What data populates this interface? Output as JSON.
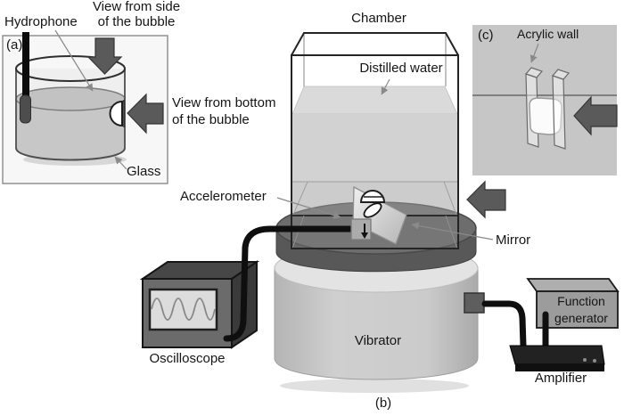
{
  "figure": {
    "panel_a_tag": "(a)",
    "panel_b_tag": "(b)",
    "panel_c_tag": "(c)",
    "labels": {
      "hydrophone": "Hydrophone",
      "view_side_line1": "View from side",
      "view_side_line2": "of the bubble",
      "view_bottom_line1": "View from bottom",
      "view_bottom_line2": "of the bubble",
      "glass": "Glass",
      "chamber": "Chamber",
      "distilled_water": "Distilled water",
      "accelerometer": "Accelerometer",
      "mirror": "Mirror",
      "vibrator": "Vibrator",
      "oscilloscope": "Oscilloscope",
      "function_generator_line1": "Function",
      "function_generator_line2": "generator",
      "amplifier": "Amplifier",
      "acrylic_wall": "Acrylic wall"
    },
    "colors": {
      "arrow": "#5a5a5a",
      "platform": "#6d6d6d",
      "vibrator_body": "#c9c9c9",
      "water": "#d2d2d2",
      "scope_front": "#6b6b6b",
      "fg_front": "#9c9c9c",
      "amplifier": "#222222",
      "panel_c_bg": "#c6c6c6"
    }
  }
}
